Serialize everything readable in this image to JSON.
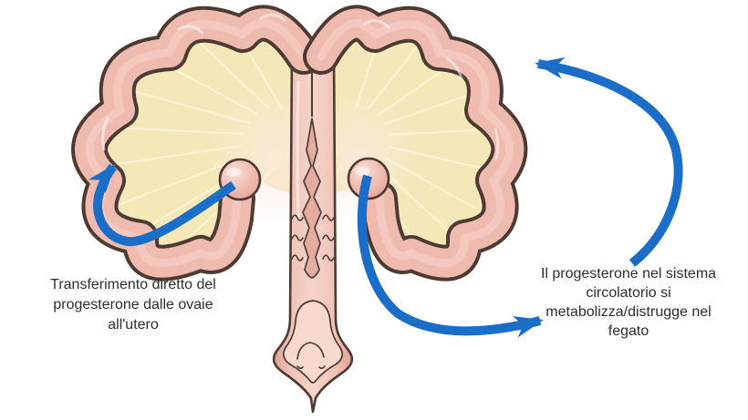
{
  "labels": {
    "left": {
      "lines": [
        "Transferimento diretto del",
        "progesterone dalle ovaie",
        "all'utero"
      ]
    },
    "right": {
      "lines": [
        "Il progesterone nel sistema",
        "circolatorio si",
        "metabolizza/distrugge nel",
        "fegato"
      ]
    }
  },
  "icons": {
    "arrow_left": "curved-arrow-ovary-to-uterine-horn",
    "arrow_middle": "curved-arrow-ovary-to-circulation",
    "arrow_right": "curved-arrow-circulation-to-horn"
  },
  "colors": {
    "arrow_blue": "#1b6ec8",
    "outline_brown": "#4d3a33",
    "tissue_pink": "#f0bbaf",
    "tissue_pink_light": "#f8d9d0",
    "tissue_pink_dark": "#e5ab9d",
    "ligament_yellow": "#f4e8b8",
    "ligament_yellow_light": "#faf3d4",
    "text": "#2d2d2d",
    "background": "#ffffff"
  }
}
